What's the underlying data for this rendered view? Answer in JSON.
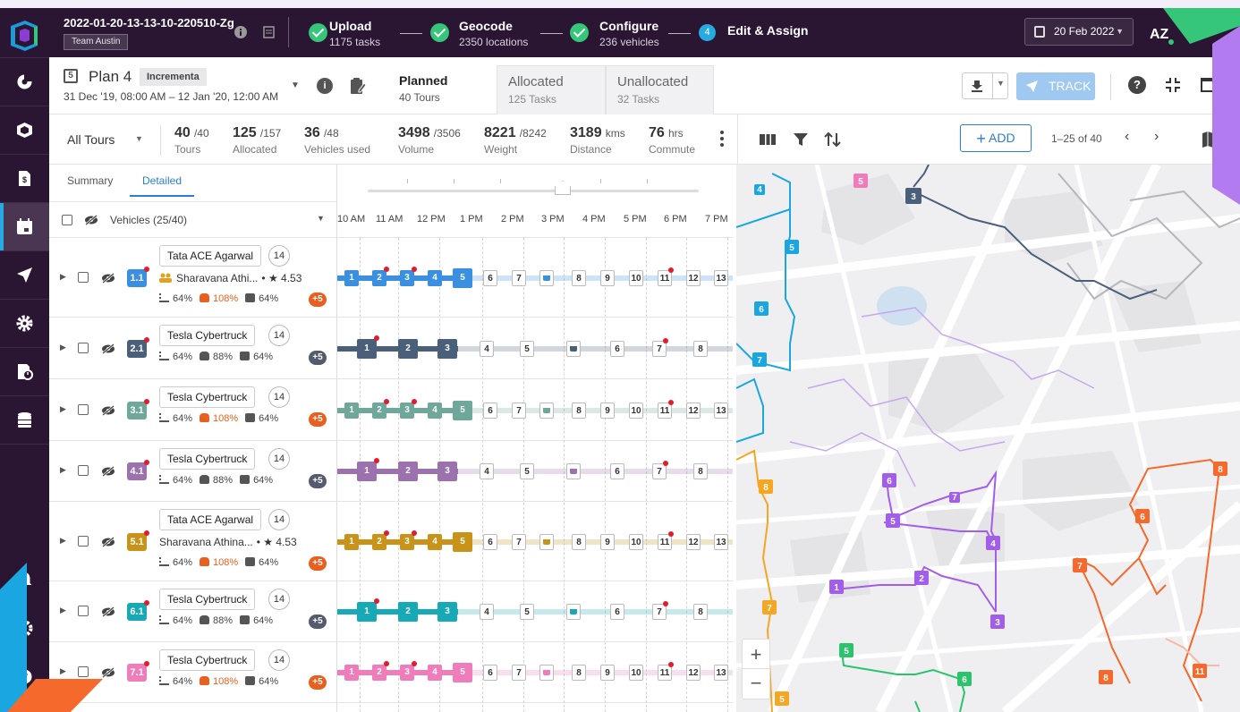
{
  "topbar": {
    "plan_id": "2022-01-20-13-13-10-220510-Zg",
    "team": "Team Austin",
    "steps": [
      {
        "title": "Upload",
        "sub": "1175 tasks",
        "state": "done"
      },
      {
        "title": "Geocode",
        "sub": "2350 locations",
        "state": "done"
      },
      {
        "title": "Configure",
        "sub": "236 vehicles",
        "state": "done"
      },
      {
        "title": "Edit & Assign",
        "num": "4",
        "state": "current"
      }
    ],
    "date": "20 Feb 2022",
    "avatar": "AZ"
  },
  "sidebar": {
    "items": [
      {
        "icon": "dashboard-icon"
      },
      {
        "icon": "cube-icon"
      },
      {
        "icon": "invoice-icon"
      },
      {
        "icon": "calendar-icon",
        "active": true
      },
      {
        "icon": "navigation-icon"
      },
      {
        "icon": "settings-cog-icon"
      },
      {
        "icon": "report-clock-icon"
      },
      {
        "icon": "database-icon"
      }
    ],
    "bottom": [
      {
        "icon": "bell-icon"
      },
      {
        "icon": "gear-icon"
      },
      {
        "icon": "user-icon"
      }
    ]
  },
  "header": {
    "plan_badge": "5",
    "plan_name": "Plan 4",
    "plan_type": "Incrementa",
    "date_range": "31 Dec '19, 08:00 AM – 12 Jan '20, 12:00 AM",
    "tabs": [
      {
        "label": "Planned",
        "sub": "40 Tours",
        "active": true
      },
      {
        "label": "Allocated",
        "sub": "125 Tasks"
      },
      {
        "label": "Unallocated",
        "sub": "32 Tasks"
      }
    ],
    "track_label": "TRACK",
    "colors": {
      "track": "#9fc9f0",
      "accent": "#2a7fd4"
    }
  },
  "stats": {
    "filter_label": "All Tours",
    "items": [
      {
        "value": "40",
        "total": "/40",
        "label": "Tours"
      },
      {
        "value": "125",
        "total": "/157",
        "label": "Allocated"
      },
      {
        "value": "36",
        "total": "/48",
        "label": "Vehicles used"
      },
      {
        "value": "3498",
        "total": "/3506",
        "label": "Volume"
      },
      {
        "value": "8221",
        "total": "/8242",
        "label": "Weight"
      },
      {
        "value": "3189",
        "total": "kms",
        "label": "Distance"
      },
      {
        "value": "76",
        "total": "hrs",
        "label": "Commute"
      }
    ],
    "add_label": "ADD",
    "pager": "1–25 of 40"
  },
  "panel": {
    "subtabs": [
      "Summary",
      "Detailed"
    ],
    "vehicles_header": "Vehicles (25/40)",
    "vehicles": [
      {
        "id": "1.1",
        "color": "#3b8fe0",
        "name": "Tata ACE Agarwal",
        "count": "14",
        "driver": "Sharavana Athi...",
        "rating": "• ★ 4.53",
        "m1": "64%",
        "m2": "108%",
        "m2_warn": true,
        "m3": "64%",
        "plus": "+5",
        "plus_warn": true,
        "driver_icon": true
      },
      {
        "id": "2.1",
        "color": "#4a5f7a",
        "name": "Tesla Cybertruck",
        "count": "14",
        "m1": "64%",
        "m2": "88%",
        "m2_warn": false,
        "m3": "64%",
        "plus": "+5",
        "plus_warn": false
      },
      {
        "id": "3.1",
        "color": "#6fa89a",
        "name": "Tesla Cybertruck",
        "count": "14",
        "m1": "64%",
        "m2": "108%",
        "m2_warn": true,
        "m3": "64%",
        "plus": "+5",
        "plus_warn": true
      },
      {
        "id": "4.1",
        "color": "#9b72ad",
        "name": "Tesla Cybertruck",
        "count": "14",
        "m1": "64%",
        "m2": "88%",
        "m2_warn": false,
        "m3": "64%",
        "plus": "+5",
        "plus_warn": false
      },
      {
        "id": "5.1",
        "color": "#c89318",
        "name": "Tata ACE Agarwal",
        "count": "14",
        "driver": "Sharavana Athina...",
        "rating": "• ★ 4.53",
        "m1": "64%",
        "m2": "108%",
        "m2_warn": true,
        "m3": "64%",
        "plus": "+5",
        "plus_warn": true,
        "driver_icon": false
      },
      {
        "id": "6.1",
        "color": "#17a9b5",
        "name": "Tesla Cybertruck",
        "count": "14",
        "m1": "64%",
        "m2": "88%",
        "m2_warn": false,
        "m3": "64%",
        "plus": "+5",
        "plus_warn": false
      },
      {
        "id": "7.1",
        "color": "#f07dbb",
        "name": "Tesla Cybertruck",
        "count": "14",
        "m1": "64%",
        "m2": "108%",
        "m2_warn": true,
        "m3": "64%",
        "plus": "+5",
        "plus_warn": true
      }
    ]
  },
  "timeline": {
    "hours": [
      "10 AM",
      "11 AM",
      "12 PM",
      "1 PM",
      "2 PM",
      "3 PM",
      "4 PM",
      "5 PM",
      "6 PM",
      "7 PM"
    ],
    "rows": [
      {
        "pattern": "A"
      },
      {
        "pattern": "B"
      },
      {
        "pattern": "A"
      },
      {
        "pattern": "B"
      },
      {
        "pattern": "A"
      },
      {
        "pattern": "B"
      },
      {
        "pattern": "A"
      }
    ],
    "pattern_A": {
      "done": [
        "1",
        "2",
        "3",
        "4",
        "5"
      ],
      "pending": [
        "6",
        "7",
        "cup",
        "8",
        "9",
        "10",
        "11",
        "12",
        "13"
      ]
    },
    "pattern_B": {
      "done": [
        "1",
        "2",
        "3"
      ],
      "pending": [
        "4",
        "5",
        "cup",
        "6",
        "7",
        "8"
      ]
    }
  },
  "map": {
    "markers": [
      "5",
      "4",
      "3",
      "5",
      "6",
      "7",
      "6",
      "5",
      "7",
      "1",
      "2",
      "4",
      "3",
      "8",
      "7",
      "5",
      "6",
      "8",
      "6",
      "7",
      "11",
      "8",
      "5"
    ]
  }
}
